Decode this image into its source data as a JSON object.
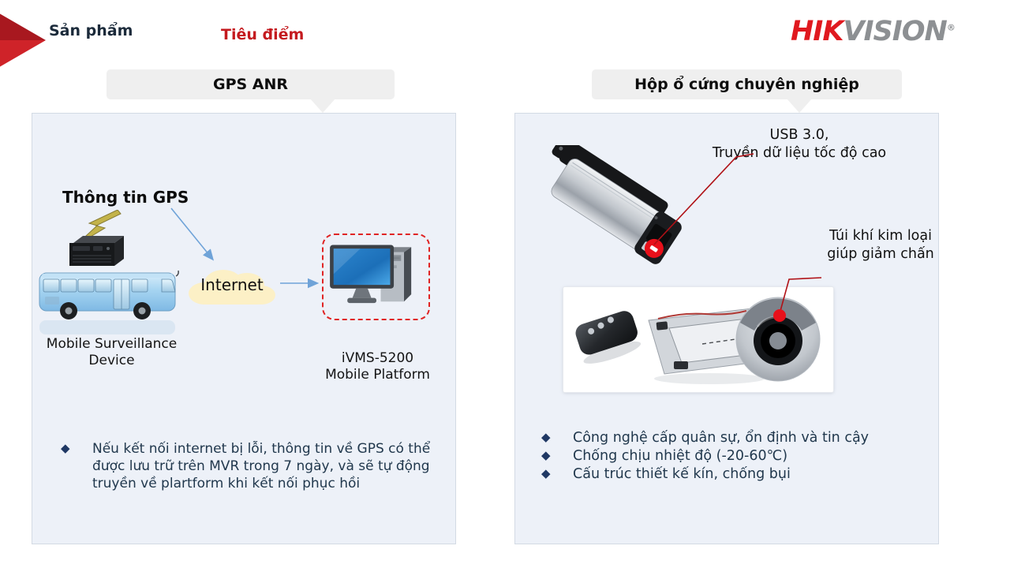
{
  "slide": {
    "brand": {
      "hik": "HIK",
      "vision": "VISION",
      "registered": "®"
    },
    "tab_products": "Sản phẩm",
    "tab_focus": "Tiêu điểm"
  },
  "left_section": {
    "header": "GPS ANR",
    "diagram": {
      "gps_info_label": "Thông tin GPS",
      "device_label": "Mobile Surveillance Device",
      "cloud_label": "Internet",
      "platform_line1": "iVMS-5200",
      "platform_line2": "Mobile Platform"
    },
    "bullets": [
      "Nếu kết nối internet bị lỗi, thông tin về GPS có thể được lưu trữ trên MVR trong 7 ngày, và sẽ tự động truyền về plartform khi kết nối phục hồi"
    ]
  },
  "right_section": {
    "header": "Hộp ổ cứng chuyên nghiệp",
    "callout_usb_line1": "USB 3.0,",
    "callout_usb_line2": "Truyền dữ liệu tốc độ cao",
    "callout_airbag_line1": "Túi khí kim loại",
    "callout_airbag_line2": "giúp giảm chấn",
    "bullets": [
      "Công nghệ cấp quân sự, ổn định và tin cậy",
      "Chống chịu nhiệt độ (-20-60℃)",
      "Cấu trúc thiết kế kín, chống bụi"
    ]
  },
  "colors": {
    "hik_red": "#e0191f",
    "vision_gray": "#8d9093",
    "focus_red": "#c41a1f",
    "header_bg": "#efefef",
    "panel_bg": "#edf1f8",
    "panel_border": "#d3dae4",
    "bullet_diamond": "#1f3864",
    "body_text": "#21384d",
    "callout_red": "#b01116",
    "arrow_blue": "#6fa3d8",
    "cloud_yellow": "#fcf0c6"
  }
}
